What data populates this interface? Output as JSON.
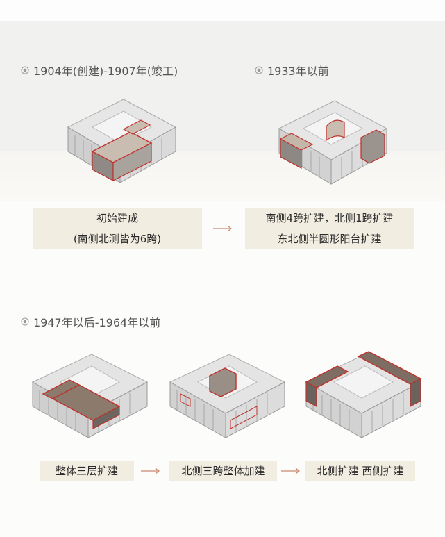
{
  "sections": [
    {
      "heading": "1904年(创建)-1907年(竣工)"
    },
    {
      "heading": "1933年以前"
    },
    {
      "heading": "1947年以后-1964年以前"
    }
  ],
  "stages": [
    {
      "lines": [
        "初始建成",
        "(南侧北测皆为6跨)"
      ]
    },
    {
      "lines": [
        "南侧4跨扩建，北侧1跨扩建",
        "东北侧半圆形阳台扩建"
      ]
    },
    {
      "lines": [
        "整体三层扩建"
      ]
    },
    {
      "lines": [
        "北侧三跨整体加建"
      ]
    },
    {
      "lines": [
        "北侧扩建 西侧扩建"
      ]
    }
  ],
  "colors": {
    "highlight": "#c0312b",
    "box_bg": "#f2ede1",
    "arrow": "#c8876d",
    "building": "#dcdcdc"
  }
}
